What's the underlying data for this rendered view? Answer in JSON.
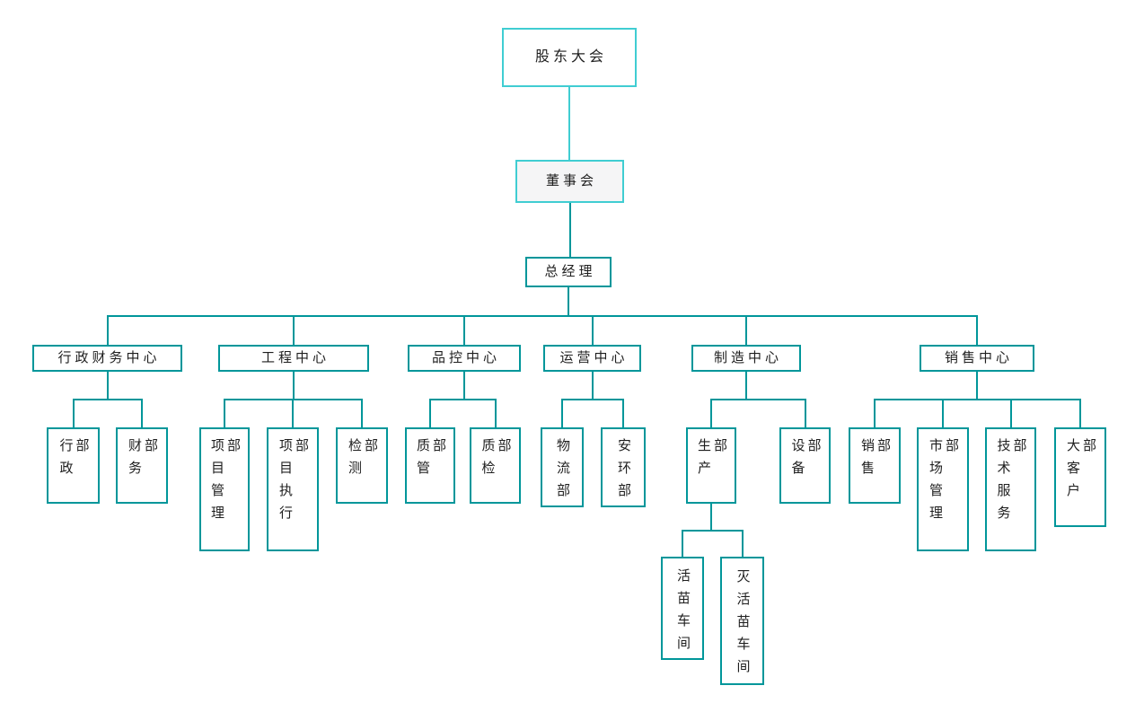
{
  "colors": {
    "light_teal": "#40cdd2",
    "dark_teal": "#00969a",
    "board_fill": "#f5f5f6",
    "text": "#1f1f1f"
  },
  "nodes": {
    "shareholders": {
      "label": "股东大会"
    },
    "board": {
      "label": "董事会"
    },
    "gm": {
      "label": "总经理"
    },
    "admin-finance-center": {
      "label": "行政财务中心"
    },
    "engineering-center": {
      "label": "工程中心"
    },
    "quality-center": {
      "label": "品控中心"
    },
    "operations-center": {
      "label": "运营中心"
    },
    "manufacturing-center": {
      "label": "制造中心"
    },
    "sales-center": {
      "label": "销售中心"
    },
    "admin-dept": {
      "label": "行政部"
    },
    "finance-dept": {
      "label": "财务部"
    },
    "project-mgmt-dept": {
      "label": "项目管理部"
    },
    "project-exec-dept": {
      "label": "项目执行部"
    },
    "testing-dept": {
      "label": "检测部"
    },
    "quality-mgmt-dept": {
      "label": "质管部"
    },
    "quality-inspection-dept": {
      "label": "质检部"
    },
    "logistics-dept": {
      "label": "物流部"
    },
    "safety-env-dept": {
      "label": "安环部"
    },
    "production-dept": {
      "label": "生产部"
    },
    "equipment-dept": {
      "label": "设备部"
    },
    "sales-dept": {
      "label": "销售部"
    },
    "market-mgmt-dept": {
      "label": "市场管理部"
    },
    "tech-service-dept": {
      "label": "技术服务部"
    },
    "key-account-dept": {
      "label": "大客户部"
    },
    "live-vaccine-workshop": {
      "label": "活苗车间"
    },
    "inactivated-vaccine-workshop": {
      "label": "灭活苗车间"
    }
  },
  "edges": [
    {
      "from": "shareholders",
      "to": [
        "board"
      ],
      "color": "light"
    },
    {
      "from": "board",
      "to": [
        "gm"
      ],
      "color": "dark"
    },
    {
      "from": "gm",
      "to": [
        "admin-finance-center",
        "engineering-center",
        "quality-center",
        "operations-center",
        "manufacturing-center",
        "sales-center"
      ],
      "color": "dark"
    },
    {
      "from": "admin-finance-center",
      "to": [
        "admin-dept",
        "finance-dept"
      ],
      "color": "dark"
    },
    {
      "from": "engineering-center",
      "to": [
        "project-mgmt-dept",
        "project-exec-dept",
        "testing-dept"
      ],
      "color": "dark"
    },
    {
      "from": "quality-center",
      "to": [
        "quality-mgmt-dept",
        "quality-inspection-dept"
      ],
      "color": "dark"
    },
    {
      "from": "operations-center",
      "to": [
        "logistics-dept",
        "safety-env-dept"
      ],
      "color": "dark"
    },
    {
      "from": "manufacturing-center",
      "to": [
        "production-dept",
        "equipment-dept"
      ],
      "color": "dark"
    },
    {
      "from": "sales-center",
      "to": [
        "sales-dept",
        "market-mgmt-dept",
        "tech-service-dept",
        "key-account-dept"
      ],
      "color": "dark"
    },
    {
      "from": "production-dept",
      "to": [
        "live-vaccine-workshop",
        "inactivated-vaccine-workshop"
      ],
      "color": "dark"
    }
  ]
}
